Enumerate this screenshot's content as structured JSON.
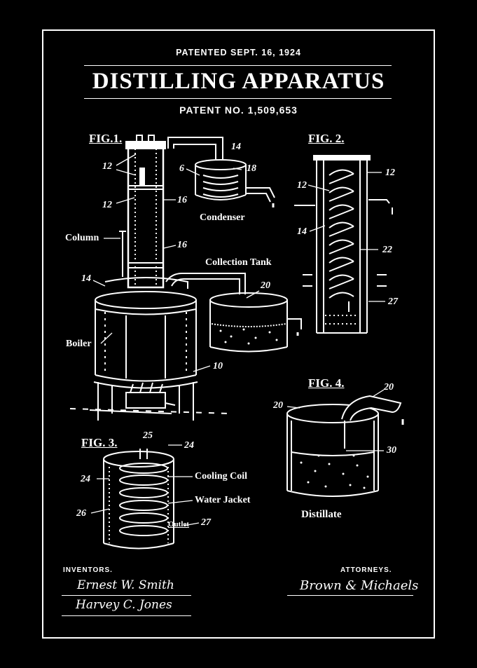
{
  "header": {
    "patented": "PATENTED SEPT. 16, 1924",
    "title": "DISTILLING APPARATUS",
    "patent_no": "PATENT NO. 1,509,653"
  },
  "figures": {
    "fig1": "FIG.1.",
    "fig2": "FIG. 2.",
    "fig3": "FIG. 3.",
    "fig4": "FIG. 4."
  },
  "labels": {
    "condenser": "Condenser",
    "column": "Column",
    "collection_tank": "Collection Tank",
    "boiler": "Boiler",
    "cooling_coil": "Cooling Coil",
    "water_jacket": "Water Jacket",
    "outlet": "Outlet",
    "distillate": "Distillate"
  },
  "numbers": {
    "n14": "14",
    "n12": "12",
    "n6": "6",
    "n18": "18",
    "n16": "16",
    "n20": "20",
    "n10": "10",
    "n22": "22",
    "n27": "27",
    "n25": "25",
    "n24": "24",
    "n26": "26",
    "n30": "30"
  },
  "footer": {
    "inventors_label": "INVENTORS.",
    "inventor1": "Ernest W. Smith",
    "inventor2": "Harvey C. Jones",
    "attorneys_label": "ATTORNEYS.",
    "attorneys": "Brown & Michaels"
  }
}
